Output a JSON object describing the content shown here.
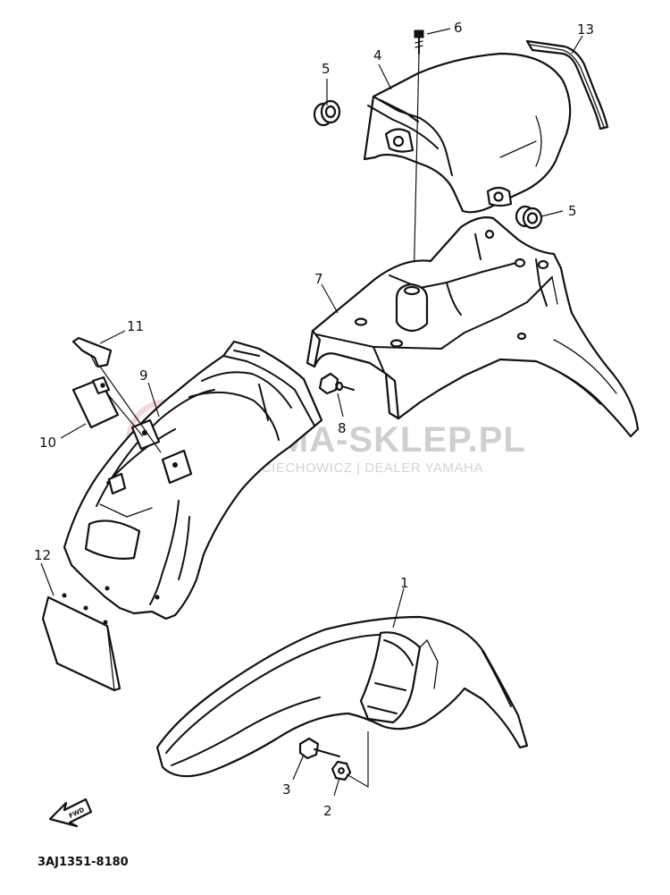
{
  "diagram": {
    "code": "3AJ1351-8180",
    "callouts": [
      "1",
      "2",
      "3",
      "4",
      "5",
      "5",
      "6",
      "7",
      "8",
      "9",
      "10",
      "11",
      "12",
      "13"
    ],
    "fwd_label": "FWD"
  },
  "watermark": {
    "title": "YAMA-SKLEP.PL",
    "subtitle": "WOJCIECHOWICZ | DEALER YAMAHA"
  }
}
